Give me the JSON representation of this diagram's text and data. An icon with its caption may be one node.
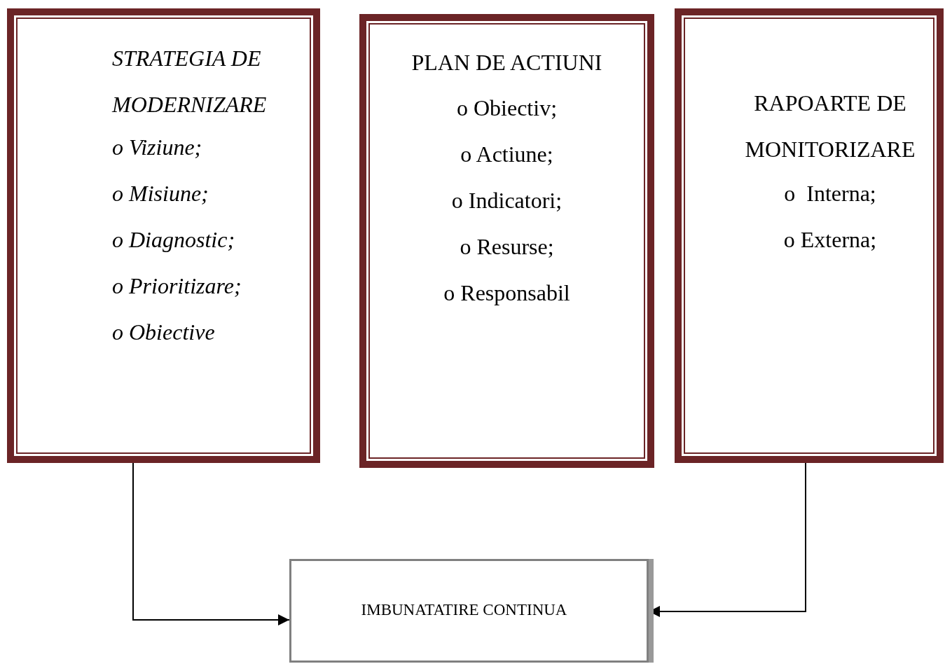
{
  "diagram": {
    "nodes": [
      {
        "text": [
          "STRATEGIA DE MODERNIZARE",
          "o Viziune;",
          "o Misiune;",
          "o Diagnostic;",
          "o Prioritizare;",
          "o Obiective"
        ]
      },
      {
        "text": [
          "PLAN DE ACTIUNI",
          "o Obiectiv;",
          "o Actiune;",
          "o Indicatori;",
          "o Resurse;",
          "o Responsabil"
        ]
      },
      {
        "text": [
          "RAPOARTE DE MONITORIZARE",
          "o  Interna;",
          "o Externa;"
        ]
      },
      {
        "text": [
          "IMBUNATATIRE  CONTINUA"
        ]
      }
    ],
    "edges": [
      {
        "from": 0,
        "to": 3,
        "arrow": "to"
      },
      {
        "from": 2,
        "to": 3,
        "arrow": "to"
      }
    ]
  }
}
